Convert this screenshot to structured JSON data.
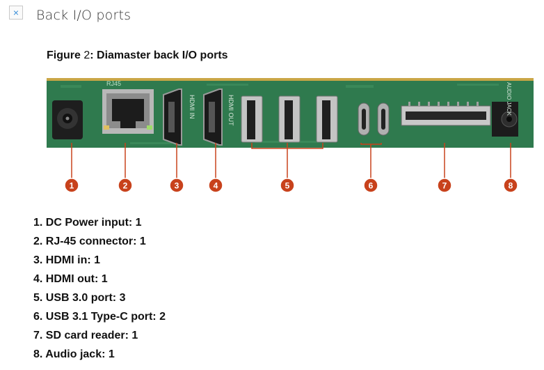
{
  "window": {
    "title": "Back I/O ports",
    "close_glyph": "×"
  },
  "figure": {
    "caption_prefix": "Figure",
    "caption_number": "2",
    "caption_text": ": Diamaster back I/O ports",
    "board_labels": {
      "rj45": "RJ45",
      "hdmi_in": "HDMI IN",
      "hdmi_out": "HDMI OUT",
      "audio": "AUDIO JACK"
    },
    "callouts": [
      "1",
      "2",
      "3",
      "4",
      "5",
      "6",
      "7",
      "8"
    ],
    "callout_color": "#c8421c",
    "board_color": "#2f7a4e"
  },
  "ports": [
    "1. DC Power input: 1",
    "2. RJ-45 connector: 1",
    "3. HDMI in: 1",
    "4. HDMI out: 1",
    "5. USB 3.0 port: 3",
    "6. USB 3.1 Type-C port: 2",
    "7. SD card reader: 1",
    "8. Audio jack: 1"
  ]
}
